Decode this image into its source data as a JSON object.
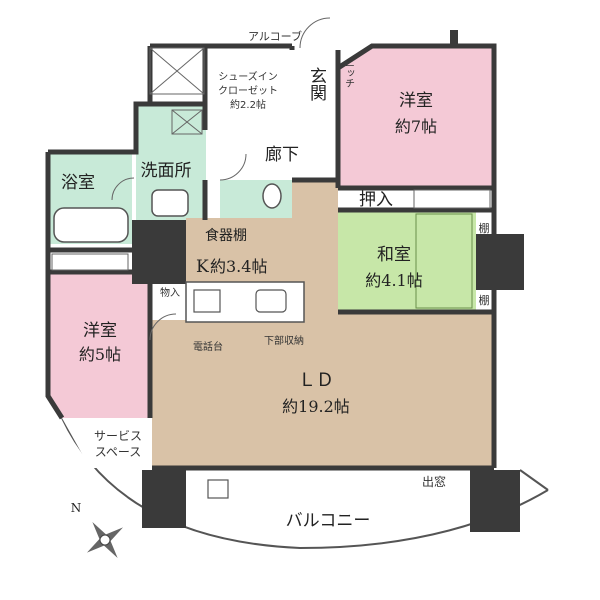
{
  "colors": {
    "western_room": "#f4c9d6",
    "kitchen": "#d9c2a7",
    "living": "#d9c2a7",
    "washroom": "#c8ead8",
    "bath": "#c8ead8",
    "japanese_room": "#c7e7a8",
    "wall": "#3a3a3a",
    "floor_plain": "#ffffff"
  },
  "rooms": {
    "western_7": {
      "name": "洋室",
      "size": "約7帖"
    },
    "entrance": {
      "name": "玄関"
    },
    "niche": {
      "name": "ニッチ"
    },
    "alcove": {
      "name": "アルコーブ"
    },
    "shoes_closet": {
      "line1": "シューズイン",
      "line2": "クローゼット",
      "size": "約2.2帖"
    },
    "hallway": {
      "name": "廊下"
    },
    "bath": {
      "name": "浴室"
    },
    "washroom": {
      "name": "洗面所"
    },
    "oshiire": {
      "name": "押入"
    },
    "japanese": {
      "name": "和室",
      "size": "約4.1帖"
    },
    "tana_top": {
      "name": "棚"
    },
    "tana_bottom": {
      "name": "棚"
    },
    "dish_shelf": {
      "name": "食器棚"
    },
    "kitchen": {
      "name": "K",
      "size": "約3.4帖"
    },
    "storage": {
      "name": "物入"
    },
    "western_5": {
      "name": "洋室",
      "size": "約5帖"
    },
    "phone_stand": {
      "name": "電話台"
    },
    "under_storage": {
      "name": "下部収納"
    },
    "ld": {
      "name": "ＬＤ",
      "size": "約19.2帖"
    },
    "service_space": {
      "line1": "サービス",
      "line2": "スペース"
    },
    "bay_window": {
      "name": "出窓"
    },
    "balcony": {
      "name": "バルコニー"
    },
    "compass": {
      "name": "N"
    }
  }
}
